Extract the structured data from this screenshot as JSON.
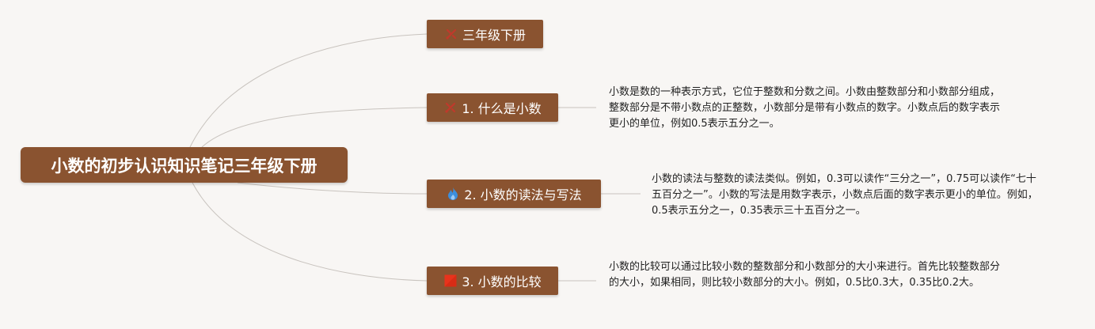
{
  "root": {
    "title": "小数的初步认识知识笔记三年级下册"
  },
  "branches": [
    {
      "label": "三年级下册",
      "icon": "hammer-icon",
      "icon_color": "#c0392b"
    },
    {
      "label": "1. 什么是小数",
      "icon": "hammer-icon",
      "icon_color": "#c0392b",
      "note": "小数是数的一种表示方式，它位于整数和分数之间。小数由整数部分和小数部分组成，整数部分是不带小数点的正整数，小数部分是带有小数点的数字。小数点后的数字表示更小的单位，例如0.5表示五分之一。"
    },
    {
      "label": "2. 小数的读法与写法",
      "icon": "flame-icon",
      "icon_color": "#3d8fdc",
      "note": "小数的读法与整数的读法类似。例如，0.3可以读作“三分之一”，0.75可以读作“七十五百分之一”。小数的写法是用数字表示，小数点后面的数字表示更小的单位。例如，0.5表示五分之一，0.35表示三十五百分之一。"
    },
    {
      "label": "3. 小数的比较",
      "icon": "flag-icon",
      "icon_color": "#e8331c",
      "note": "小数的比较可以通过比较小数的整数部分和小数部分的大小来进行。首先比较整数部分的大小，如果相同，则比较小数部分的大小。例如，0.5比0.3大，0.35比0.2大。"
    }
  ],
  "colors": {
    "background": "#f8f6f4",
    "node_fill": "#8a5330",
    "node_text": "#ffffff",
    "connector": "#c8c3be",
    "note_text": "#222222"
  }
}
